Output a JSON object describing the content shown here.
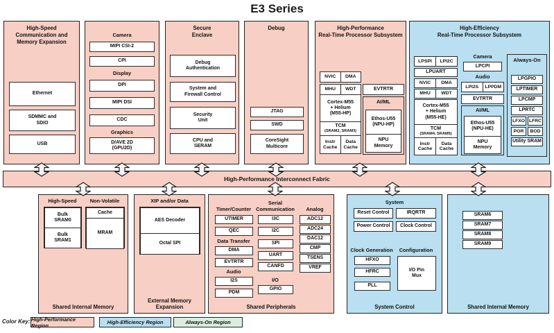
{
  "title": "E3 Series",
  "colors": {
    "high_performance_region": "#f8cfc4",
    "high_efficiency_region": "#b9dff0",
    "always_on_region": "#daeedd"
  },
  "fabric_label": "High-Performance Interconnect Fabric",
  "blocks": {
    "hs_comm": {
      "title": [
        "High-Speed",
        "Communication and",
        "Memory Expansion"
      ],
      "items": [
        "Ethernet",
        [
          "SDMMC and",
          "SDIO"
        ],
        "USB"
      ]
    },
    "multimedia": {
      "camera_header": "Camera",
      "camera_items": [
        "MIPI CSI-2",
        "CPI"
      ],
      "display_header": "Display",
      "display_items": [
        "DPI",
        "MIPI DSI",
        "CDC"
      ],
      "graphics_header": "Graphics",
      "graphics_item": [
        "D/AVE 2D",
        "(GPU2D)"
      ]
    },
    "secure": {
      "title": [
        "Secure",
        "Enclave"
      ],
      "items": [
        [
          "Debug",
          "Authentication"
        ],
        [
          "System and",
          "Firewall Control"
        ],
        [
          "Security",
          "Unit"
        ],
        [
          "CPU and",
          "SERAM"
        ]
      ]
    },
    "debug": {
      "title": "Debug",
      "items": [
        "JTAG",
        "SWD",
        [
          "CoreSight",
          "Multicore"
        ]
      ]
    },
    "hp": {
      "title": [
        "High-Performance",
        "Real-Time Processor Subsystem"
      ],
      "nvic": "NVIC",
      "dma": "DMA",
      "mhu": "MHU",
      "wdt": "WDT",
      "evtrtr": "EVTRTR",
      "cpu": [
        "Cortex-M55",
        "+ Helium",
        "(M55-HP)"
      ],
      "tcm": "TCM",
      "tcm_sub": "(SRAM2, SRAM3)",
      "icache": [
        "Instr",
        "Cache"
      ],
      "dcache": [
        "Data",
        "Cache"
      ],
      "aiml": "AI/ML",
      "npu": [
        "Ethos-U55",
        "(NPU-HP)"
      ],
      "npu_mem": [
        "NPU",
        "Memory"
      ]
    },
    "he": {
      "title": [
        "High-Efficiency",
        "Real-Time Processor Subsystem"
      ],
      "lpspi": "LPSPI",
      "lpi2c": "LPI2C",
      "lpuart": "LPUART",
      "nvic": "NVIC",
      "dma": "DMA",
      "mhu": "MHU",
      "wdt": "WDT",
      "cpu": [
        "Cortex-M55",
        "+ Helium",
        "(M55-HE)"
      ],
      "tcm": "TCM",
      "tcm_sub": "(SRAM4, SRAM5)",
      "icache": [
        "Instr",
        "Cache"
      ],
      "dcache": [
        "Data",
        "Cache"
      ],
      "camera_header": "Camera",
      "lpcpi": "LPCPI",
      "audio_header": "Audio",
      "lpi2s": "LPI2S",
      "lppdm": "LPPDM",
      "evtrtr": "EVTRTR",
      "aiml": "AI/ML",
      "npu": [
        "Ethos-U55",
        "(NPU-HE)"
      ],
      "npu_mem": [
        "NPU",
        "Memory"
      ],
      "always_on": {
        "header": "Always-On",
        "items": [
          "LPGPIO",
          "LPTIMER",
          "LPCMP",
          "LPRTC"
        ],
        "pairs": [
          [
            "LFXO",
            "LFRC"
          ],
          [
            "POR",
            "BOD"
          ]
        ],
        "sram": "Utility SRAM"
      }
    },
    "mem_left": {
      "col1_header": "High-Speed",
      "col2_header": "Non-Volatile",
      "col1_items": [
        [
          "Bulk",
          "SRAM0"
        ],
        [
          "Bulk",
          "SRAM1"
        ]
      ],
      "col2_items": [
        "Cache",
        "MRAM"
      ],
      "footer": "Shared Internal Memory"
    },
    "ext_mem": {
      "header": "XIP and/or Data",
      "items": [
        "AES Decoder",
        "Octal SPI"
      ],
      "footer": [
        "External Memory",
        "Expansion"
      ]
    },
    "periph": {
      "timer_header": "Timer/Counter",
      "timer_items": [
        "UTIMER",
        "QEC"
      ],
      "dt_header": "Data Transfer",
      "dt_items": [
        "DMA",
        "EVTRTR"
      ],
      "audio_header": "Audio",
      "audio_items": [
        "I2S",
        "PDM"
      ],
      "serial_header": [
        "Serial",
        "Communication"
      ],
      "serial_items": [
        "I3C",
        "I2C",
        "SPI",
        "UART",
        "CANFD"
      ],
      "io_header": "I/O",
      "io_item": "GPIO",
      "analog_header": "Analog",
      "analog_items": [
        "ADC12",
        "ADC24",
        "DAC12",
        "CMP",
        "TSENS",
        "VREF"
      ],
      "footer": "Shared Peripherals"
    },
    "sys_ctrl": {
      "system_header": "System",
      "reset": "Reset Control",
      "irqrtr": "IRQRTR",
      "power": "Power Control",
      "clock": "Clock Control",
      "clockgen_header": "Clock Generation",
      "clockgen_items": [
        "HFXO",
        "HFRC",
        "PLL"
      ],
      "config_header": "Configuration",
      "config_item": [
        "I/O Pin",
        "Mux"
      ],
      "footer": "System Control"
    },
    "mem_right": {
      "items": [
        "SRAM6",
        "SRAM7",
        "SRAM8",
        "SRAM9"
      ],
      "footer": "Shared Internal Memory"
    }
  },
  "color_key": {
    "label": "Color Key:",
    "entries": [
      "High-Performance Region",
      "High-Efficiency Region",
      "Always-On Region"
    ]
  }
}
